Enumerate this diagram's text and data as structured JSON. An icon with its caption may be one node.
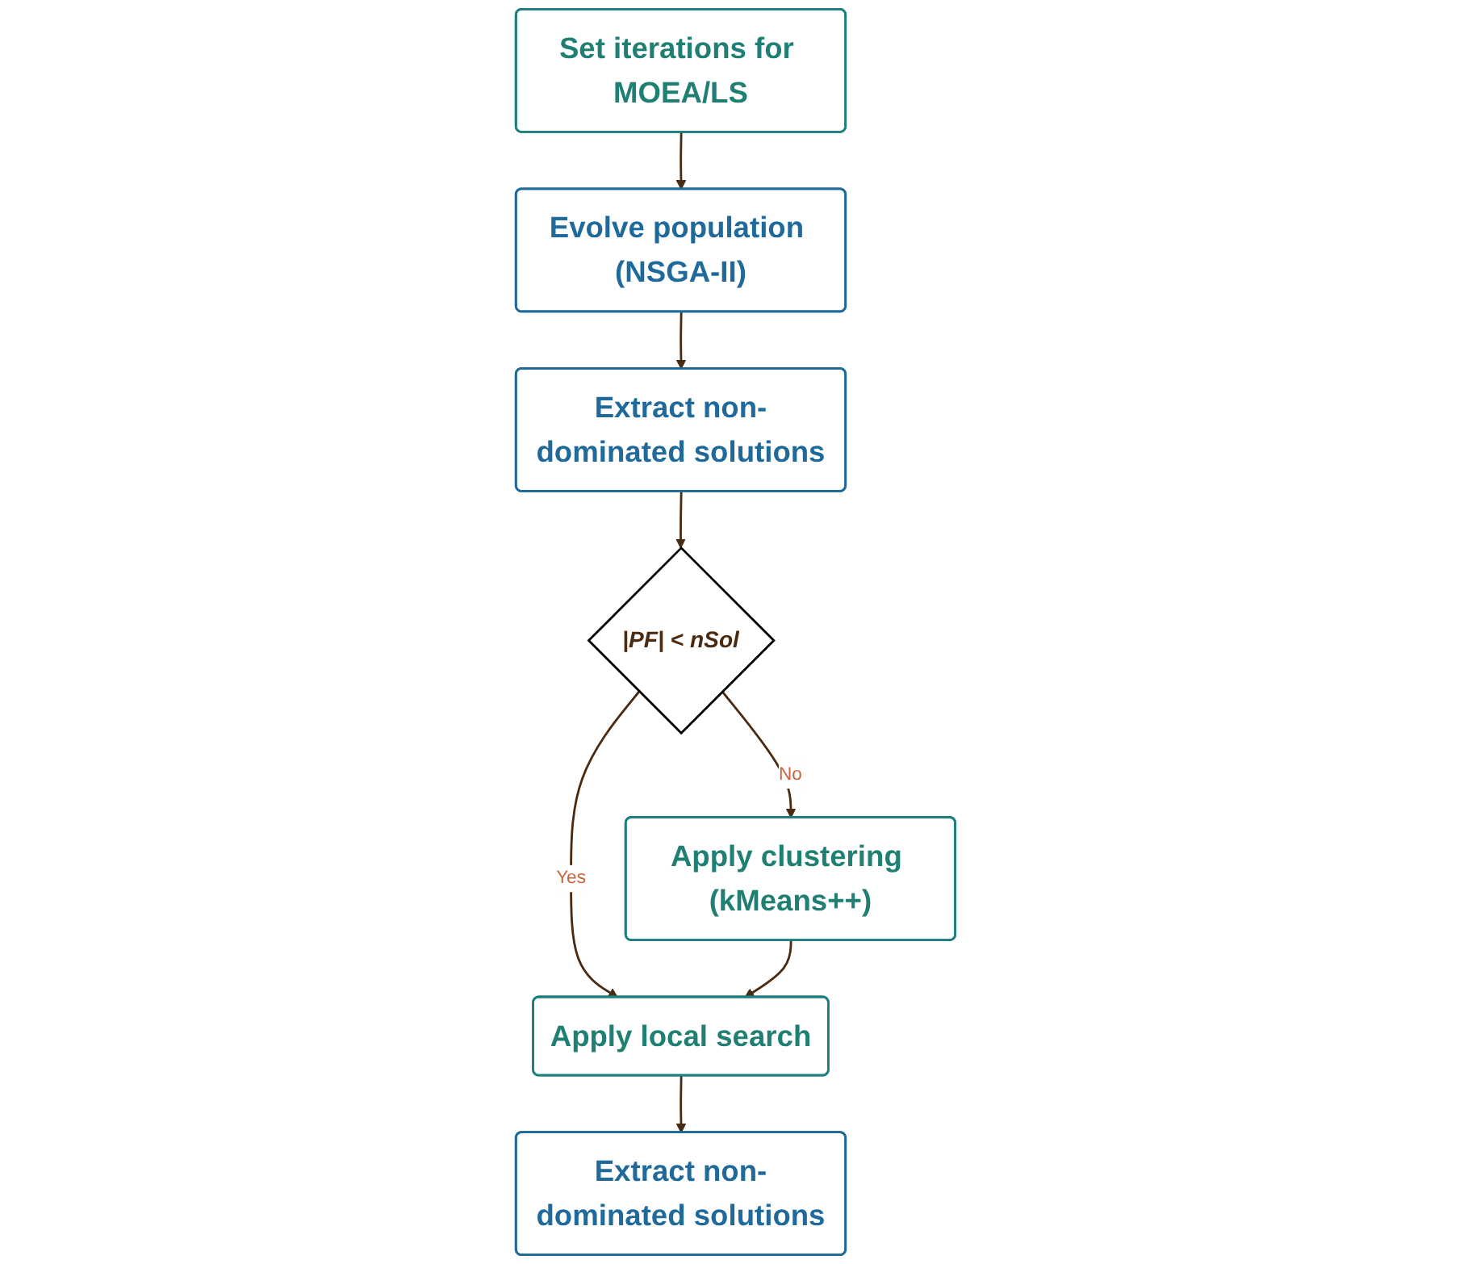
{
  "diagram": {
    "nodes": [
      {
        "text": [
          "Set iterations for MOEA/LS"
        ]
      },
      {
        "text": [
          "Evolve population (NSGA-II)"
        ]
      },
      {
        "text": [
          "Extract non-dominated solutions"
        ]
      },
      {
        "text": [
          "|PF| < nSol"
        ]
      },
      {
        "text": [
          "Apply clustering (kMeans++)"
        ]
      },
      {
        "text": [
          "Apply local search"
        ]
      },
      {
        "text": [
          "Extract non-dominated solutions"
        ]
      }
    ],
    "edges": [
      {
        "from": 0,
        "to": 1,
        "arrow": "to"
      },
      {
        "from": 1,
        "to": 2,
        "arrow": "to"
      },
      {
        "from": 2,
        "to": 3,
        "arrow": "to"
      },
      {
        "from": 3,
        "to": 4,
        "arrow": "to",
        "label": "No"
      },
      {
        "from": 3,
        "to": 5,
        "arrow": "to",
        "label": "Yes"
      },
      {
        "from": 4,
        "to": 5,
        "arrow": "to"
      },
      {
        "from": 5,
        "to": 6,
        "arrow": "to"
      }
    ]
  }
}
